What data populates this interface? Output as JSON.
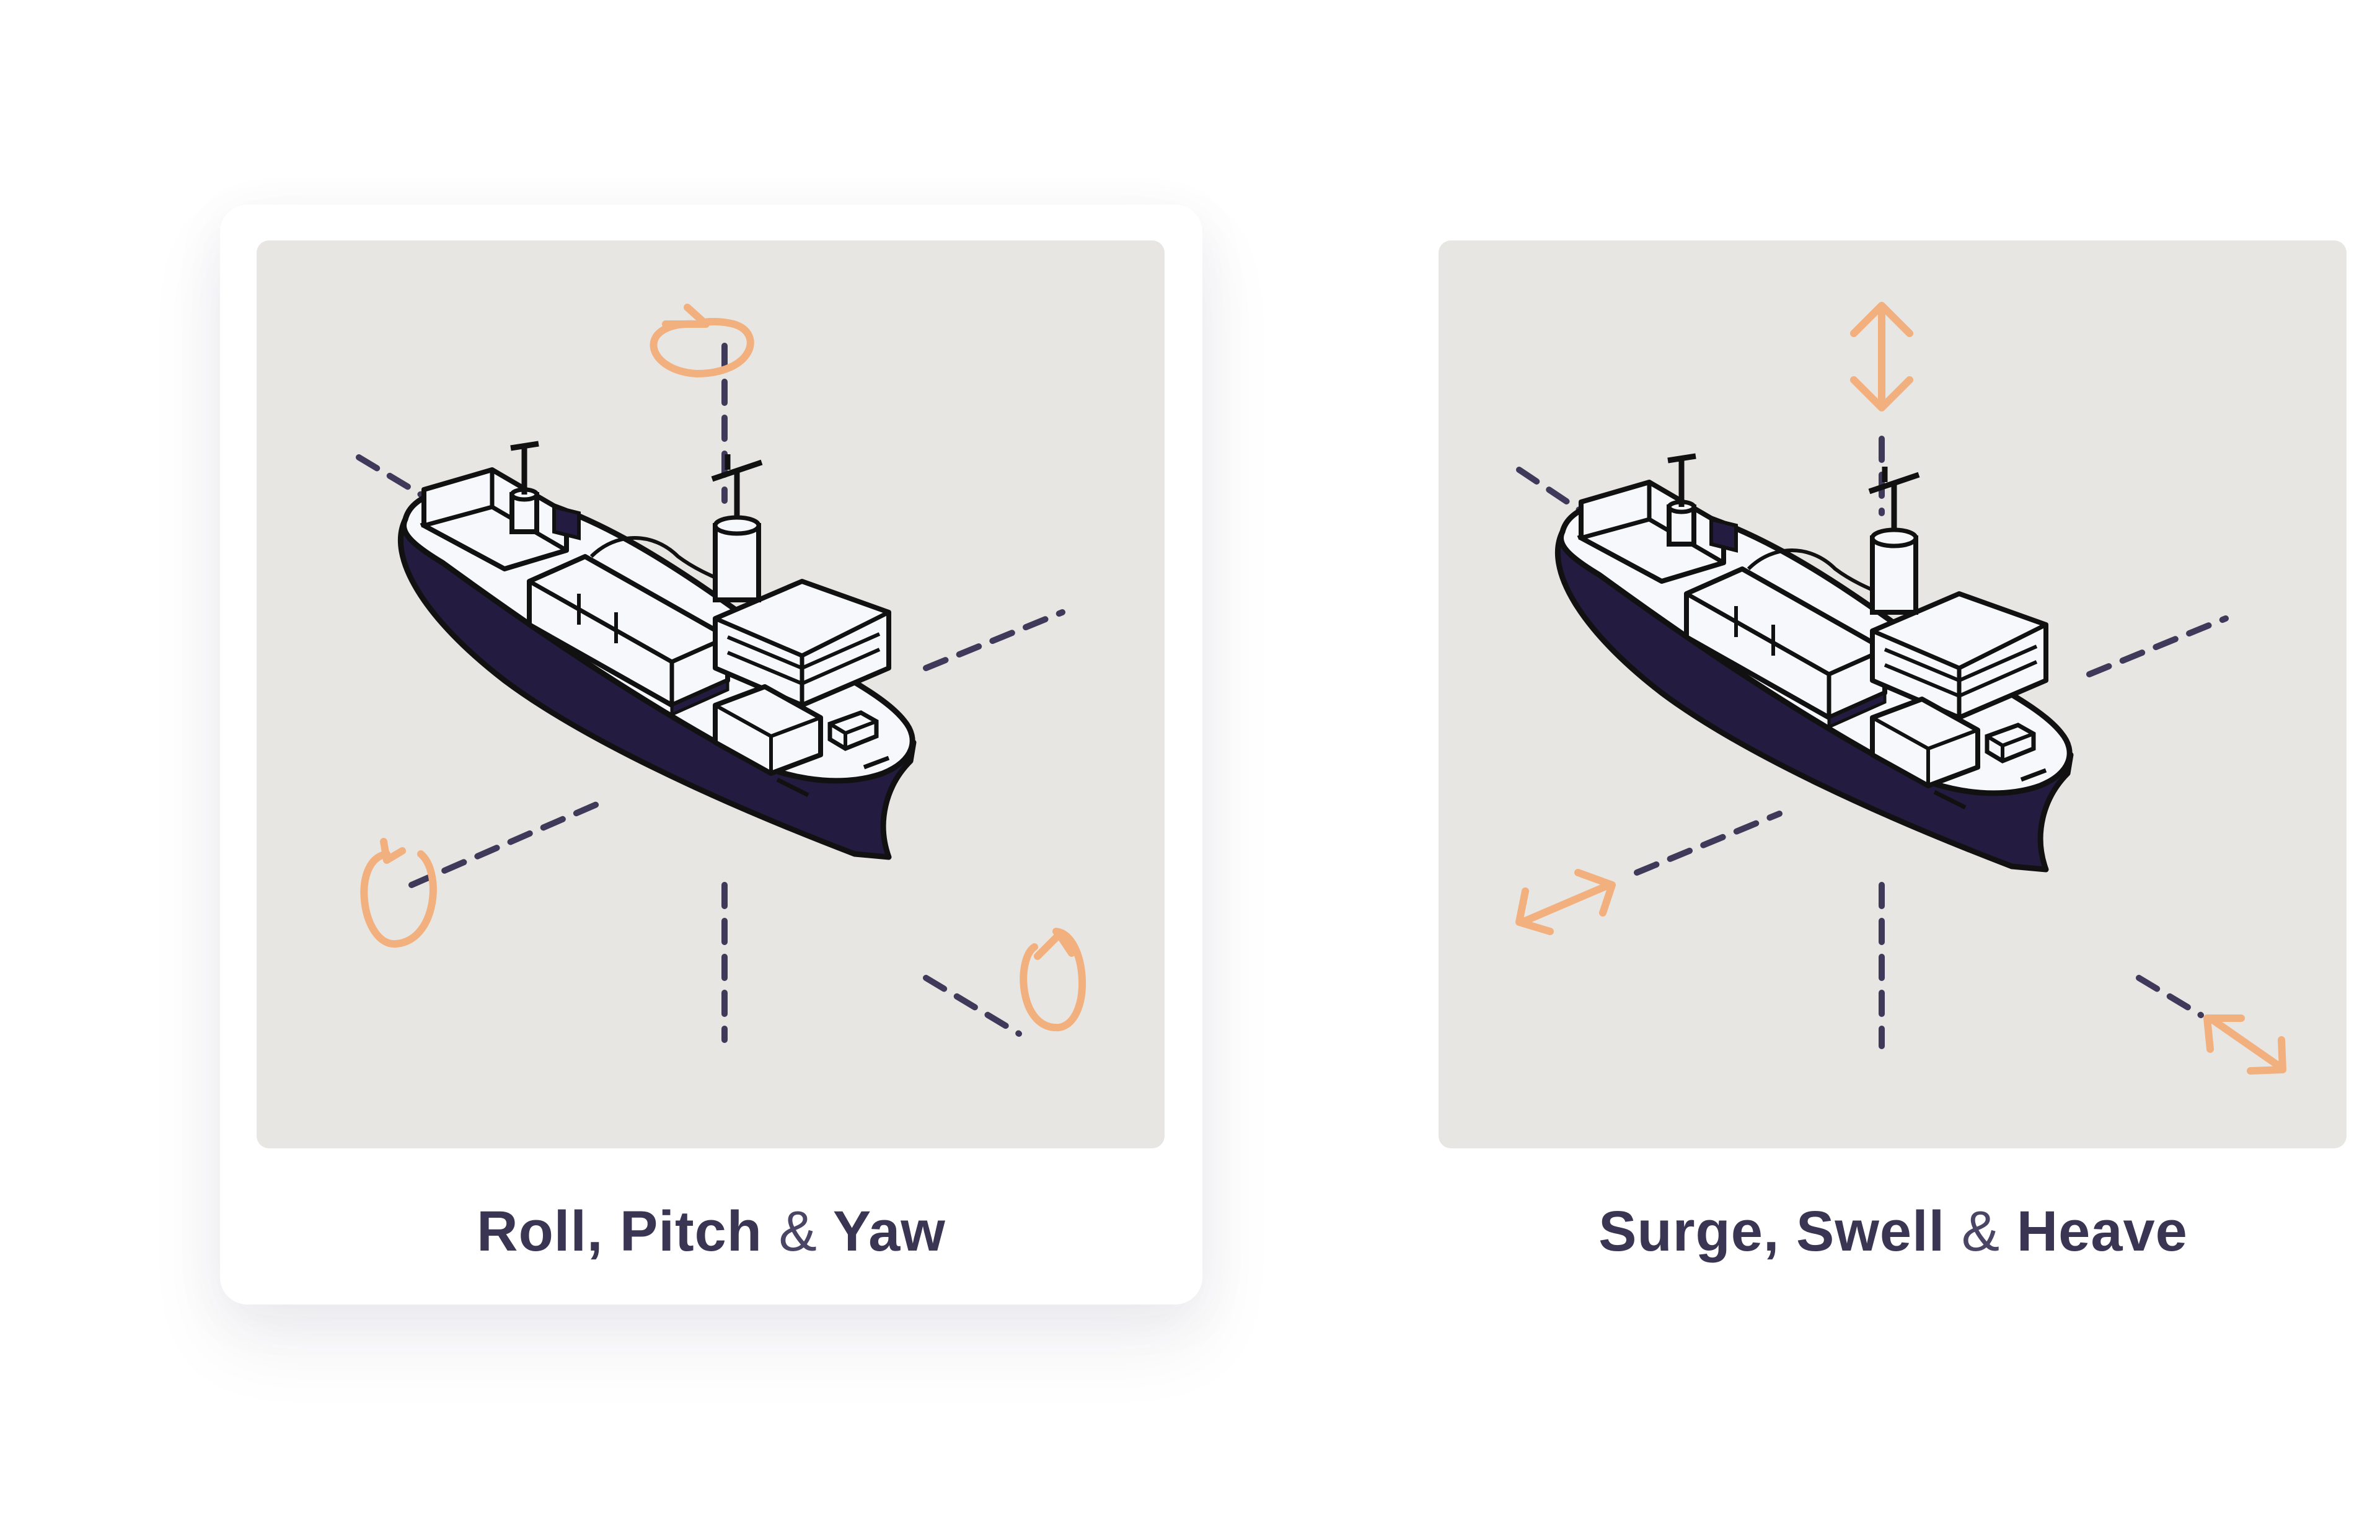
{
  "options": [
    {
      "id": "rotational",
      "title_part1": "Roll, Pitch",
      "title_amp": "&",
      "title_part2": "Yaw",
      "selected": true,
      "icon": "ship-rotation-icon"
    },
    {
      "id": "translational",
      "title_part1": "Surge, Swell",
      "title_amp": "&",
      "title_part2": "Heave",
      "selected": false,
      "icon": "ship-translation-icon"
    }
  ],
  "colors": {
    "accent": "#f2b07e",
    "hull": "#231c40",
    "outline": "#111111",
    "deck": "#f6f8fc",
    "tile_bg": "#e8e6e3",
    "text": "#3a3552"
  }
}
